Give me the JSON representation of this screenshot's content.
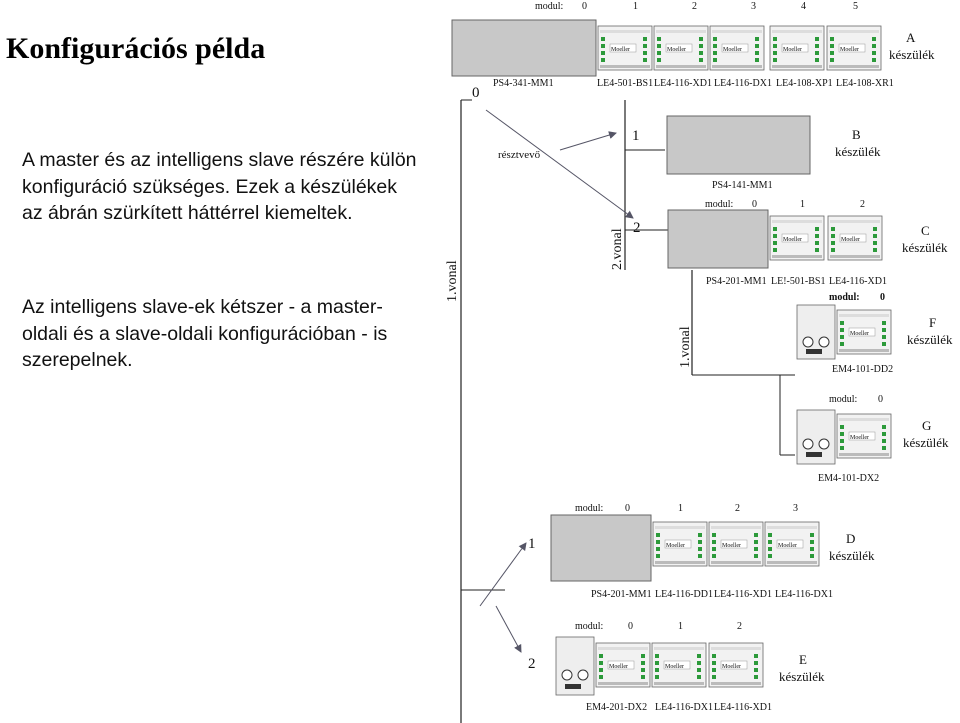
{
  "text": {
    "title": "Konfigurációs példa",
    "paragraph1": "A master és az intelligens slave részére külön konfiguráció szükséges. Ezek a készülékek az ábrán szürkített háttérrel kiemeltek.",
    "paragraph2": "Az intelligens slave-ek kétszer - a master- oldali és a slave-oldali konfigurációban - is szerepelnek."
  },
  "diagram": {
    "modul_label": "modul:",
    "participant_label": "résztvevő",
    "lines": {
      "line1": "1.vonal",
      "line2": "2.vonal"
    },
    "devices": {
      "A": {
        "name_line1": "A",
        "name_line2": "készülék",
        "modules": [
          "0",
          "1",
          "2",
          "3",
          "4",
          "5"
        ],
        "parts": [
          "PS4-341-MM1",
          "LE4-501-BS1",
          "LE4-116-XD1",
          "LE4-116-DX1",
          "LE4-108-XP1",
          "LE4-108-XR1"
        ]
      },
      "B": {
        "name_line1": "B",
        "name_line2": "készülék",
        "parts": [
          "PS4-141-MM1"
        ]
      },
      "C": {
        "name_line1": "C",
        "name_line2": "készülék",
        "modules": [
          "0",
          "1",
          "2"
        ],
        "parts": [
          "PS4-201-MM1",
          "LE!-501-BS1",
          "LE4-116-XD1"
        ]
      },
      "F": {
        "name_line1": "F",
        "name_line2": "készülék",
        "modules": [
          "0"
        ],
        "parts": [
          "EM4-101-DD2"
        ]
      },
      "G": {
        "name_line1": "G",
        "name_line2": "készülék",
        "modules": [
          "0"
        ],
        "parts": [
          "EM4-101-DX2"
        ]
      },
      "D": {
        "name_line1": "D",
        "name_line2": "készülék",
        "modules": [
          "0",
          "1",
          "2",
          "3"
        ],
        "parts": [
          "PS4-201-MM1",
          "LE4-116-DD1",
          "LE4-116-XD1",
          "LE4-116-DX1"
        ]
      },
      "E": {
        "name_line1": "E",
        "name_line2": "készülék",
        "modules": [
          "0",
          "1",
          "2"
        ],
        "parts": [
          "EM4-201-DX2",
          "LE4-116-DX1",
          "LE4-116-XD1"
        ]
      }
    },
    "participants": {
      "master_A": "0",
      "line2_B": "1",
      "line2_C": "2",
      "line1_D": "1",
      "line1_E": "2"
    }
  }
}
